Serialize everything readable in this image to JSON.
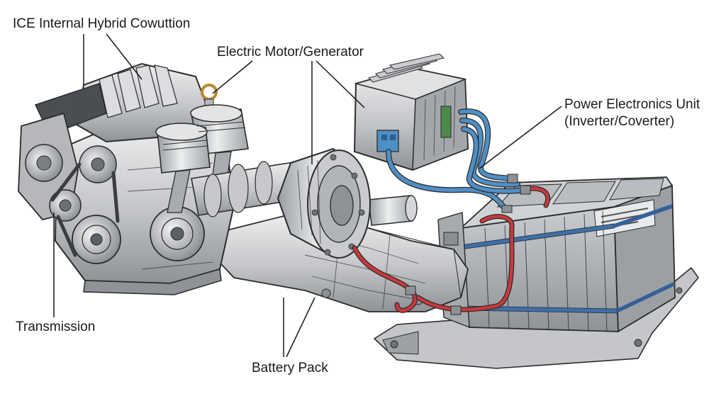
{
  "labels": {
    "ice": "ICE Internal Hybrid Cowuttion",
    "motor": "Electric Motor/Generator",
    "power_electronics_line1": "Power Electronics Unit",
    "power_electronics_line2": "(Inverter/Coverter)",
    "transmission": "Transmission",
    "battery": "Battery Pack"
  },
  "colors": {
    "outline": "#2b2b2b",
    "metal_light": "#d9dadc",
    "metal_mid": "#b5b7ba",
    "metal_dark": "#7d8085",
    "cable_blue": "#4f8fc6",
    "cable_red": "#c9393a",
    "battery_grey": "#a9adb2",
    "battery_band": "#3e6fa8",
    "connector_green": "#4e8a4e"
  }
}
